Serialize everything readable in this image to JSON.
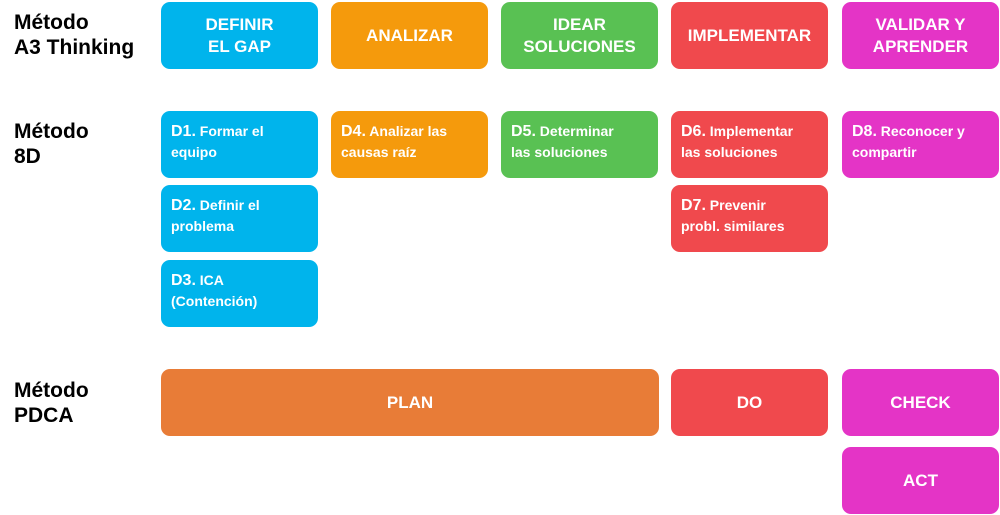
{
  "methods": {
    "a3": {
      "label_line1": "Método",
      "label_line2": "A3 Thinking",
      "phases": [
        {
          "line1": "DEFINIR",
          "line2": "EL GAP",
          "color": "#00b4ec"
        },
        {
          "line1": "ANALIZAR",
          "line2": "",
          "color": "#f59a0c"
        },
        {
          "line1": "IDEAR",
          "line2": "SOLUCIONES",
          "color": "#59c153"
        },
        {
          "line1": "IMPLEMENTAR",
          "line2": "",
          "color": "#f0494d"
        },
        {
          "line1": "VALIDAR Y",
          "line2": "APRENDER",
          "color": "#e434c6"
        }
      ]
    },
    "d8": {
      "label_line1": "Método",
      "label_line2": "8D",
      "steps": [
        {
          "code": "D1.",
          "line1": " Formar el",
          "line2": "equipo"
        },
        {
          "code": "D2.",
          "line1": " Definir el",
          "line2": "problema"
        },
        {
          "code": "D3.",
          "line1": " ICA",
          "line2": "(Contención)"
        },
        {
          "code": "D4.",
          "line1": " Analizar las",
          "line2": "causas raíz"
        },
        {
          "code": "D5.",
          "line1": " Determinar",
          "line2": "las soluciones"
        },
        {
          "code": "D6.",
          "line1": " Implementar",
          "line2": "las soluciones"
        },
        {
          "code": "D7.",
          "line1": " Prevenir",
          "line2": "probl. similares"
        },
        {
          "code": "D8.",
          "line1": " Reconocer y",
          "line2": "compartir"
        }
      ]
    },
    "pdca": {
      "label_line1": "Método",
      "label_line2": "PDCA",
      "stages": [
        {
          "label": "PLAN",
          "color": "#e87c37"
        },
        {
          "label": "DO",
          "color": "#f0494d"
        },
        {
          "label": "CHECK",
          "color": "#e434c6"
        },
        {
          "label": "ACT",
          "color": "#e434c6"
        }
      ]
    }
  }
}
